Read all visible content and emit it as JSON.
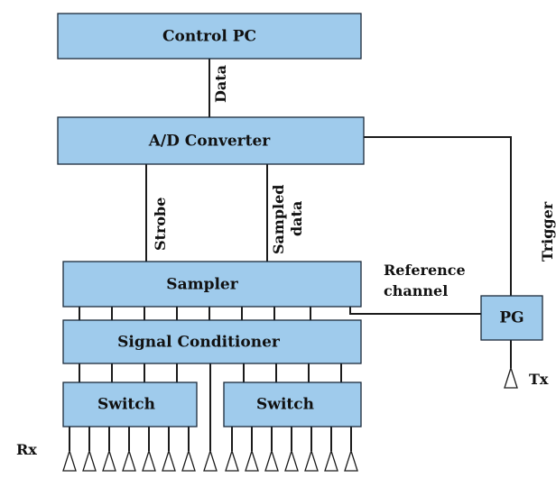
{
  "blocks": {
    "control_pc": "Control PC",
    "ad_converter": "A/D Converter",
    "sampler": "Sampler",
    "signal_conditioner": "Signal Conditioner",
    "switch_left": "Switch",
    "switch_right": "Switch",
    "pg": "PG"
  },
  "signals": {
    "data": "Data",
    "strobe": "Strobe",
    "sampled_data_line1": "Sampled",
    "sampled_data_line2": "data",
    "trigger": "Trigger",
    "reference_line1": "Reference",
    "reference_line2": "channel"
  },
  "antennas": {
    "rx_label": "Rx",
    "tx_label": "Tx",
    "rx_count": 15
  },
  "colors": {
    "block_fill": "#9fcbec",
    "line": "#1b1b1b"
  }
}
